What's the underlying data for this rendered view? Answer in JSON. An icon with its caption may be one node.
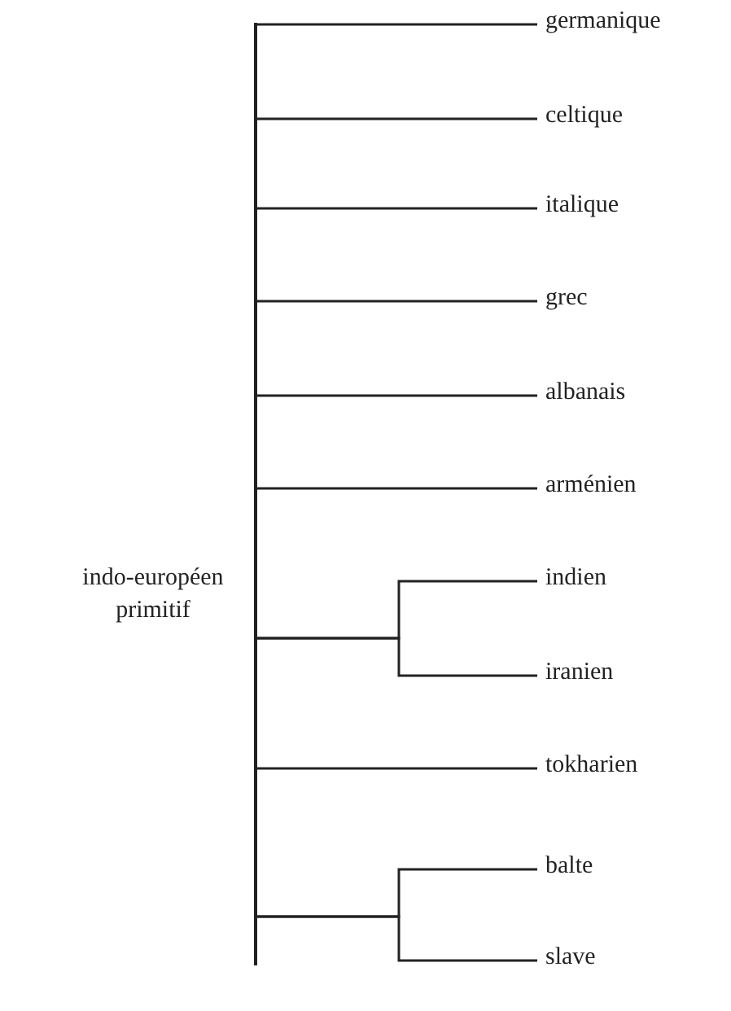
{
  "diagram": {
    "nodes": [
      {
        "text": [],
        "shape": "bar"
      },
      {
        "text": [
          "germanique"
        ]
      },
      {
        "text": [
          "celtique"
        ]
      },
      {
        "text": [
          "italique"
        ]
      },
      {
        "text": [
          "grec"
        ]
      },
      {
        "text": [
          "albanais"
        ]
      },
      {
        "text": [
          "arménien"
        ]
      },
      {
        "text": [
          "indien"
        ]
      },
      {
        "text": [
          "iranien"
        ]
      },
      {
        "text": [
          "tokharien"
        ]
      },
      {
        "text": [
          "balte"
        ]
      },
      {
        "text": [
          "slave"
        ]
      }
    ],
    "edges": [
      {
        "from": 0,
        "to": 1,
        "arrow": "none"
      },
      {
        "from": 0,
        "to": 2,
        "arrow": "none"
      },
      {
        "from": 0,
        "to": 3,
        "arrow": "none"
      },
      {
        "from": 0,
        "to": 4,
        "arrow": "none"
      },
      {
        "from": 0,
        "to": 5,
        "arrow": "none"
      },
      {
        "from": 0,
        "to": 6,
        "arrow": "none"
      },
      {
        "from": 0,
        "to": 7,
        "arrow": "none"
      },
      {
        "from": 0,
        "to": 8,
        "arrow": "none"
      },
      {
        "from": 0,
        "to": 9,
        "arrow": "none"
      },
      {
        "from": 0,
        "to": 10,
        "arrow": "none"
      },
      {
        "from": 0,
        "to": 11,
        "arrow": "none"
      }
    ],
    "labels": [
      "indo-européen primitif"
    ]
  }
}
